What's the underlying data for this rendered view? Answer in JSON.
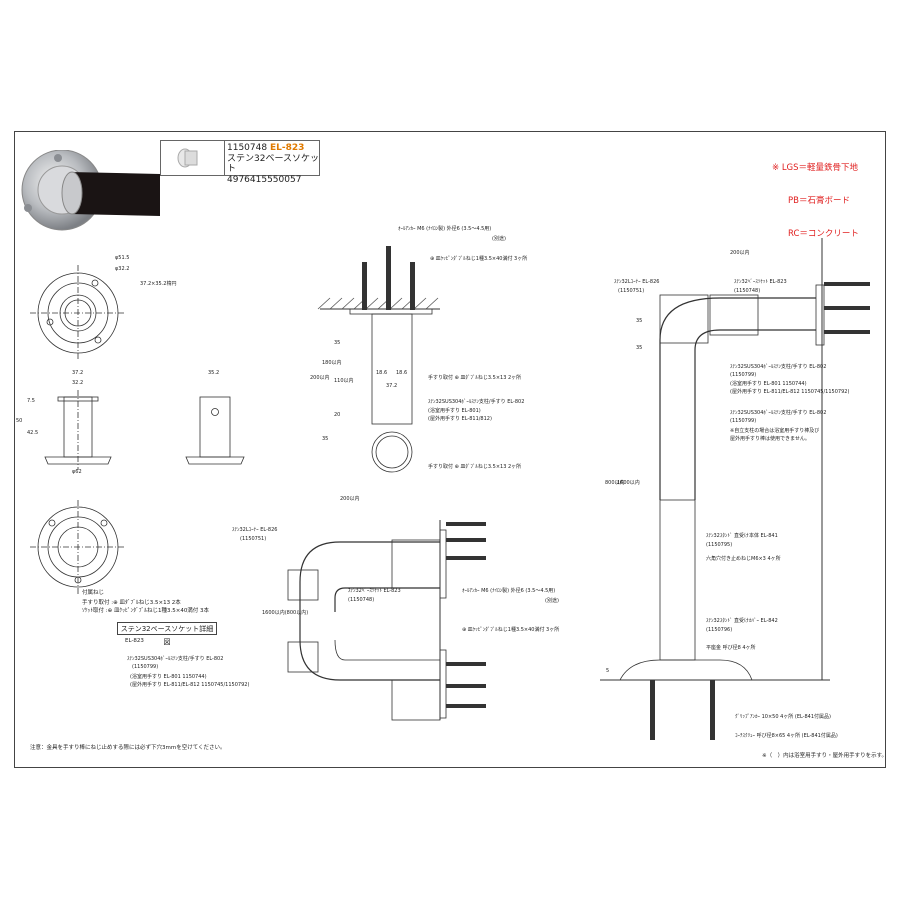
{
  "product": {
    "code": "1150748",
    "model": "EL-823",
    "name": "ステン32ベースソケット",
    "jan": "4976415550057"
  },
  "legend": {
    "lines": [
      "※ LGS＝軽量鉄骨下地",
      "PB＝石膏ボード",
      "RC＝コンクリート"
    ]
  },
  "colors": {
    "legend_red": "#e02020",
    "model_orange": "#e07a00",
    "rail_black": "#1a1414",
    "line": "#333333"
  },
  "detail": {
    "dims_top": [
      "φ51.5",
      "φ32.2",
      "37.2×35.2楕円"
    ],
    "dims_front": [
      "37.2",
      "32.2",
      "7.5",
      "42.5",
      "50",
      "φ62"
    ],
    "dims_side": [
      "35.2"
    ],
    "screws_title": "付属ねじ",
    "screws_line1": "手すり取付 :⊕ 皿ﾀﾞﾌﾞﾙねじ3.5×13  2本",
    "screws_line2": "ｿｹｯﾄ取付 :⊕ 皿ｹｯﾋﾟﾝﾀﾞﾌﾞﾙねじ1種3.5×40満付  3本",
    "title": "ステン32ベースソケット詳細図",
    "model": "EL-823"
  },
  "center": {
    "label_anchor": "ｵｰﾙｱﾝｶｰ M6 (ﾅｲﾛﾝ製) 外径6 (3.5～4.5用)",
    "label_anchor_sub": "(別途)",
    "label_screw40": "⊕ 皿ｹｯﾋﾟﾝﾀﾞﾌﾞﾙねじ1種3.5×40満付  3ヶ所",
    "label_screw13a": "手すり取付 ⊕ 皿ﾀﾞﾌﾞﾙねじ3.5×13  2ヶ所",
    "label_rail": "ｽﾃﾝ32SUS304ﾎﾞｰﾙｽﾃﾝ支柱/手すり EL-802",
    "label_rail_sub1": "(浴室用手すり EL-801)",
    "label_rail_sub2": "(屋外用手すり EL-811/812)",
    "label_screw13b": "手すり取付 ⊕ 皿ﾀﾞﾌﾞﾙねじ3.5×13  2ヶ所",
    "dims": [
      "200以内",
      "180以内",
      "110以内",
      "18.6",
      "18.6",
      "37.2",
      "20",
      "35",
      "35"
    ]
  },
  "bottom_mid": {
    "dim_top": "200以内",
    "dim_side": "1600以内(800以内)",
    "label_corner": "ｽﾃﾝ32Lｺｰﾅｰ EL-826",
    "label_corner_code": "(1150751)",
    "label_socket": "ｽﾃﾝ32ﾍﾞｰｽｿｹｯﾄ EL-823",
    "label_socket_code": "(1150748)",
    "label_anchor": "ｵｰﾙｱﾝｶｰ M6 (ﾅｲﾛﾝ製) 外径6 (3.5～4.5用)",
    "label_anchor_sub": "(別途)",
    "label_screw40": "⊕ 皿ｹｯﾋﾟﾝﾀﾞﾌﾞﾙねじ1種3.5×40満付  3ヶ所",
    "label_rail": "ｽﾃﾝ32SUS304ﾎﾞｰﾙｽﾃﾝ支柱/手すり EL-802",
    "label_rail_code": "(1150799)",
    "label_rail_sub1": "(浴室用手すり EL-801 1150744)",
    "label_rail_sub2": "(屋外用手すり EL-811/EL-812 1150745/1150792)"
  },
  "right": {
    "dim_top": "200以内",
    "dim_side": "800以内",
    "dim_height": "1600以内",
    "label_corner": "ｽﾃﾝ32Lｺｰﾅｰ EL-826",
    "label_corner_code": "(1150751)",
    "label_socket": "ｽﾃﾝ32ﾍﾞｰｽｿｹｯﾄ EL-823",
    "label_socket_code": "(1150748)",
    "label_rail": "ｽﾃﾝ32SUS304ﾎﾞｰﾙｽﾃﾝ支柱/手すり EL-802",
    "label_rail_code": "(1150799)",
    "label_rail_sub1": "(浴室用手すり EL-801 1150744)",
    "label_rail_sub2": "(屋外用手すり EL-811/EL-812 1150745/1150792)",
    "label_rail2": "ｽﾃﾝ32SUS304ﾎﾞｰﾙｽﾃﾝ支柱/手すり EL-802",
    "label_rail2_code": "(1150799)",
    "label_warn1": "※自立支柱の場合は浴室用手すり棒及び",
    "label_warn2": "屋外用手すり棒は使用できません。",
    "label_stand": "ｽﾃﾝ32ｽﾀﾝﾄﾞ 直受け本体 EL-841",
    "label_stand_code": "(1150795)",
    "label_hex": "六角穴付き止めねじM6×3 4ヶ所",
    "label_foot": "ｽﾃﾝ32ｽﾀﾝﾄﾞ 直受けｶﾊﾞｰ EL-842",
    "label_foot_code": "(1150796)",
    "label_washer": "平座金 呼び径8 4ヶ所",
    "label_anchor": "ｸﾞﾘｯﾌﾟｱﾝｶｰ 10×50 4ヶ所 (EL-841付属品)",
    "label_coach": "ｺｰﾁｽｸﾘｭｰ 呼び径8×65 4ヶ所 (EL-841付属品)",
    "dims": [
      "35",
      "35",
      "5"
    ]
  },
  "footer": {
    "note_left": "注意：金具を手すり棒にねじ止めする際には必ず下穴3mmを空けてください。",
    "note_right": "※（　）内は浴室用手すり・屋外用手すりを示す。"
  }
}
